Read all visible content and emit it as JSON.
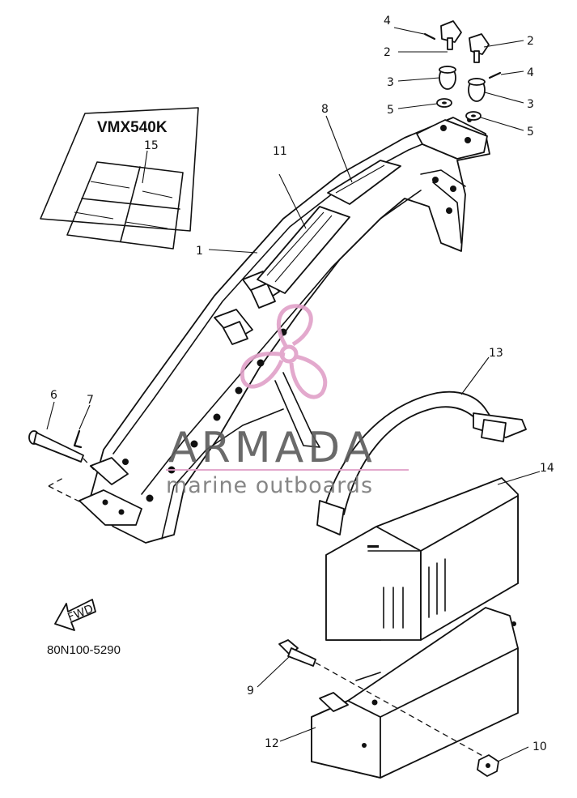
{
  "model_label": "VMX540K",
  "diagram_code": "80N100-5290",
  "fwd_arrow_label": "FWD",
  "watermark": {
    "brand": "ARMADA",
    "tagline": "marine outboards",
    "logo_color": "#e0a0c8"
  },
  "callouts": {
    "c1": "1",
    "c2a": "2",
    "c2b": "2",
    "c3a": "3",
    "c3b": "3",
    "c4a": "4",
    "c4b": "4",
    "c5a": "5",
    "c5b": "5",
    "c6": "6",
    "c7": "7",
    "c8": "8",
    "c9": "9",
    "c10": "10",
    "c11": "11",
    "c12": "12",
    "c13": "13",
    "c14": "14",
    "c15": "15"
  }
}
